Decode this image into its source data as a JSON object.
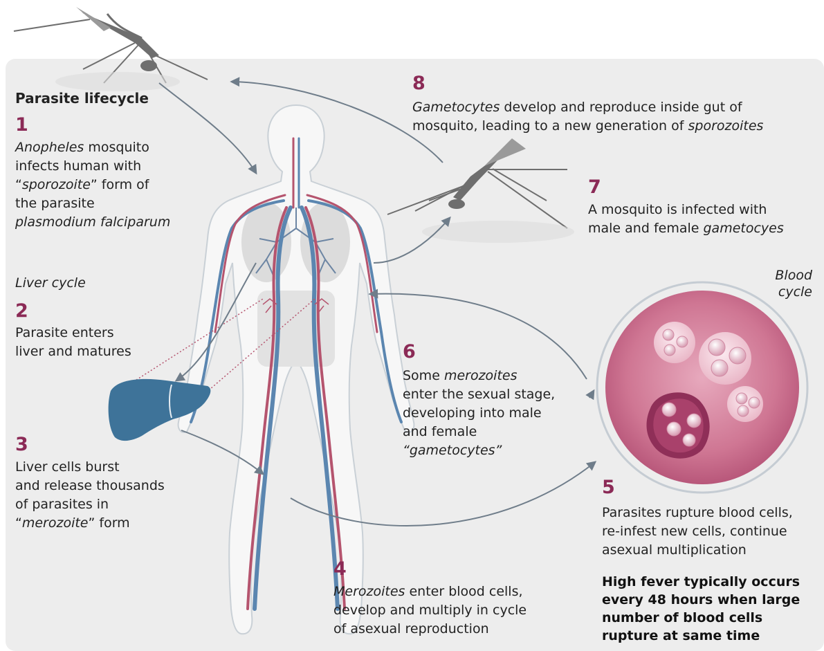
{
  "title": "Parasite lifecycle",
  "liver_cycle_label": "Liver cycle",
  "blood_cycle_label": [
    "Blood",
    "cycle"
  ],
  "steps": {
    "s1": {
      "number": "1",
      "line1_italic": "Anopheles",
      "line1_rest": " mosquito",
      "line2": "infects human with",
      "line3_open": "“",
      "line3_italic": "sporozoite",
      "line3_rest": "” form of",
      "line4": "the parasite",
      "line5_italic": "plasmodium falciparum"
    },
    "s2": {
      "number": "2",
      "line1": "Parasite enters",
      "line2": "liver and matures"
    },
    "s3": {
      "number": "3",
      "line1": "Liver cells burst",
      "line2": "and release thousands",
      "line3": "of parasites in",
      "line4_open": "“",
      "line4_italic": "merozoite",
      "line4_rest": "” form"
    },
    "s4": {
      "number": "4",
      "line1_italic": "Merozoites",
      "line1_rest": " enter blood cells,",
      "line2": "develop and multiply in cycle",
      "line3": "of asexual reproduction"
    },
    "s5": {
      "number": "5",
      "line1": "Parasites rupture blood cells,",
      "line2": "re-infest new cells, continue",
      "line3": "asexual multiplication"
    },
    "s6": {
      "number": "6",
      "line1_pre": "Some ",
      "line1_italic": "merozoites",
      "line2": "enter the sexual stage,",
      "line3": "developing into male",
      "line4": "and female",
      "line5_italic": "“gametocytes”"
    },
    "s7": {
      "number": "7",
      "line1": "A mosquito is infected with",
      "line2_pre": "male and female ",
      "line2_italic": "gametocyes"
    },
    "s8": {
      "number": "8",
      "line1_italic": "Gametocytes",
      "line1_rest": " develop and reproduce inside gut of",
      "line2_pre": "mosquito, leading to a new generation of ",
      "line2_italic": "sporozoites"
    }
  },
  "fever_note": [
    "High fever typically occurs",
    "every 48 hours when large",
    "number of blood cells",
    "rupture at same time"
  ],
  "colors": {
    "accent": "#8b2a56",
    "panel": "#ededed",
    "liver": "#3e7399",
    "vein": "#5b86b0",
    "artery": "#b5546e",
    "blood_cell": "#c96e8c",
    "mosquito": "#6e6e6e"
  }
}
